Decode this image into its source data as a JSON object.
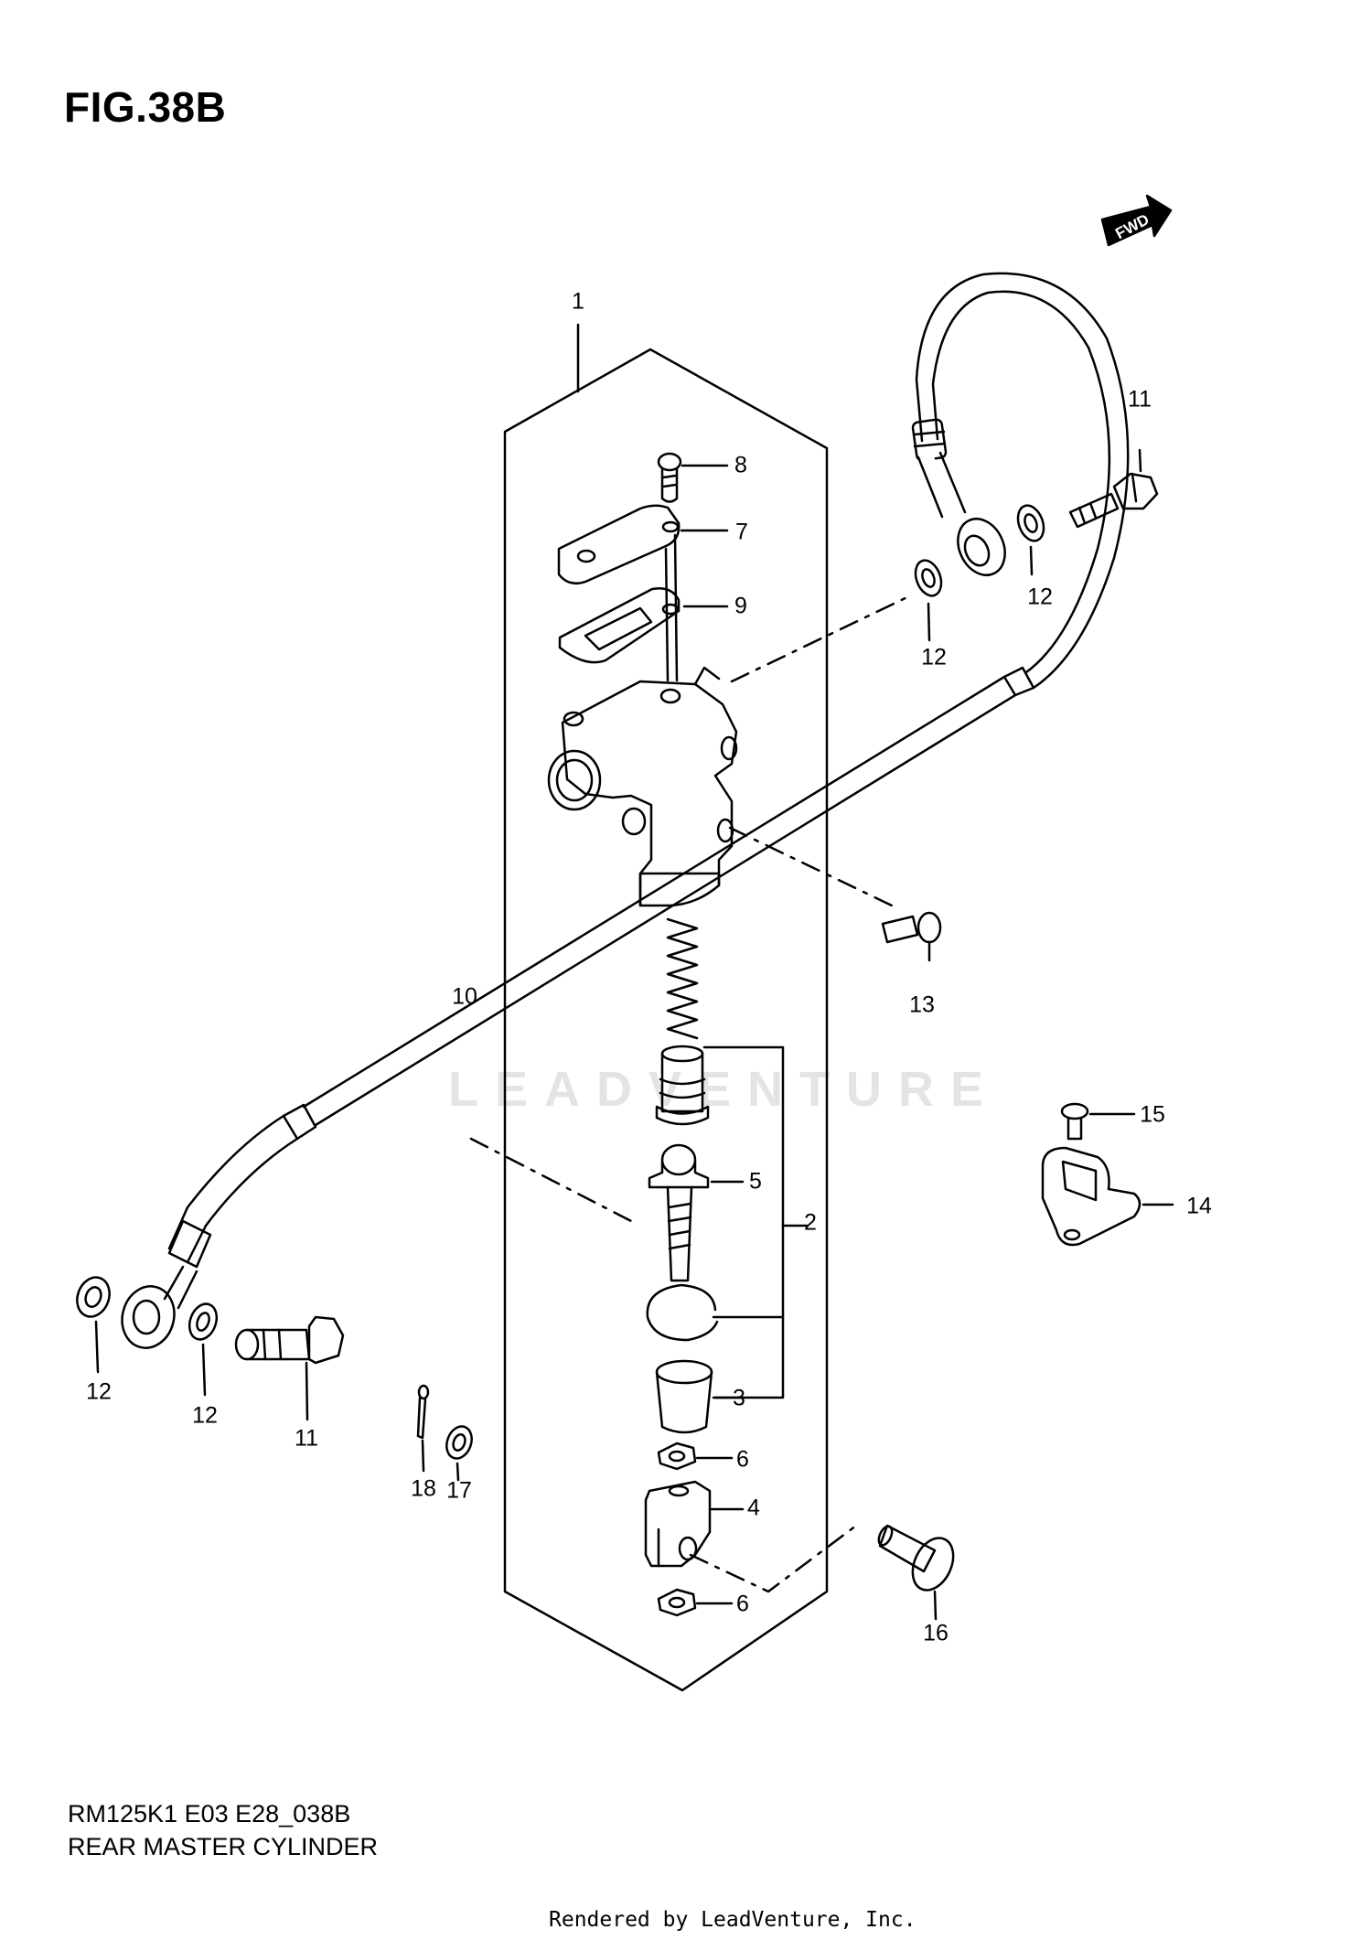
{
  "header": {
    "figure_label": "FIG.38B"
  },
  "orientation": {
    "direction_label": "FWD"
  },
  "watermark": {
    "text": "LEADVENTURE"
  },
  "callouts": {
    "c1": "1",
    "c2": "2",
    "c3": "3",
    "c4": "4",
    "c5": "5",
    "c6a": "6",
    "c6b": "6",
    "c7": "7",
    "c8": "8",
    "c9": "9",
    "c10": "10",
    "c11a": "11",
    "c11b": "11",
    "c12a": "12",
    "c12b": "12",
    "c12c": "12",
    "c12d": "12",
    "c13": "13",
    "c14": "14",
    "c15": "15",
    "c16": "16",
    "c17": "17",
    "c18": "18"
  },
  "footer": {
    "model_code": "RM125K1 E03 E28_038B",
    "assembly_name": "REAR MASTER CYLINDER",
    "credit": "Rendered by LeadVenture, Inc."
  },
  "colors": {
    "line": "#000000",
    "background": "#ffffff",
    "watermark": "#e4e4e4"
  }
}
